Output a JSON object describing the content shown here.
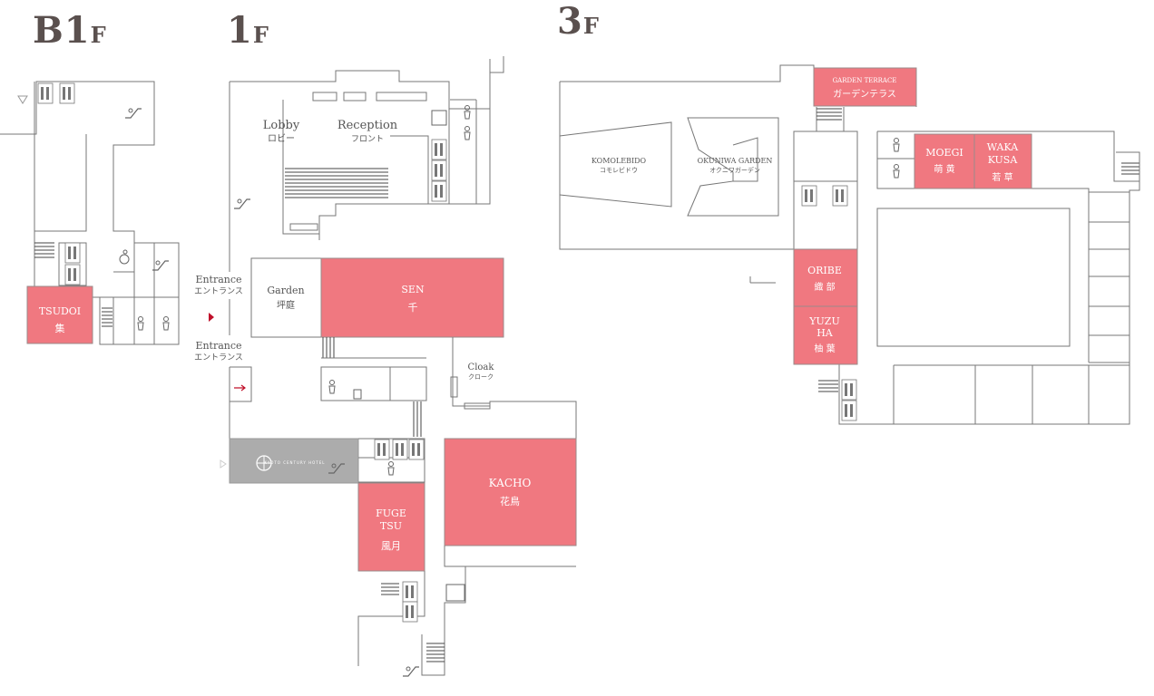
{
  "floors": {
    "b1": {
      "number": "B1",
      "suffix": "F"
    },
    "f1": {
      "number": "1",
      "suffix": "F"
    },
    "f3": {
      "number": "3",
      "suffix": "F"
    }
  },
  "rooms": {
    "tsudoi": {
      "en": "TSUDOI",
      "jp": "集"
    },
    "sen": {
      "en": "SEN",
      "jp": "千"
    },
    "kacho": {
      "en": "KACHO",
      "jp": "花鳥"
    },
    "fugetsu": {
      "en1": "FUGE",
      "en2": "TSU",
      "jp": "風月"
    },
    "garden_terrace": {
      "en": "GARDEN TERRACE",
      "jp": "ガーデンテラス"
    },
    "moegi": {
      "en": "MOEGI",
      "jp": "萌 黄"
    },
    "wakakusa": {
      "en1": "WAKA",
      "en2": "KUSA",
      "jp": "若 草"
    },
    "oribe": {
      "en": "ORIBE",
      "jp": "織 部"
    },
    "yuzuha": {
      "en1": "YUZU",
      "en2": "HA",
      "jp": "柚 葉"
    }
  },
  "areas": {
    "lobby": {
      "en": "Lobby",
      "jp": "ロビー"
    },
    "reception": {
      "en": "Reception",
      "jp": "フロント"
    },
    "garden": {
      "en": "Garden",
      "jp": "坪庭"
    },
    "cloak": {
      "en": "Cloak",
      "jp": "クローク"
    },
    "entrance_top": {
      "en": "Entrance",
      "jp": "エントランス"
    },
    "entrance_bottom": {
      "en": "Entrance",
      "jp": "エントランス"
    },
    "komolebido": {
      "en": "KOMOLEBIDO",
      "jp": "コモレビドウ"
    },
    "okuniwa": {
      "en": "OKUNIWA GARDEN",
      "jp": "オクニワガーデン"
    }
  },
  "logo": {
    "text": "KYOTO CENTURY HOTEL"
  },
  "colors": {
    "room": "#f07880",
    "connector": "#acacac",
    "arrow": "#c0102a",
    "label": "#5a504e"
  },
  "icons": [
    "toilet-icon",
    "female-icon",
    "male-icon",
    "elevator-icon",
    "escalator-icon",
    "wheelchair-icon",
    "baby-icon",
    "stairs-icon",
    "arrow-icon",
    "hotel-logo-icon"
  ]
}
